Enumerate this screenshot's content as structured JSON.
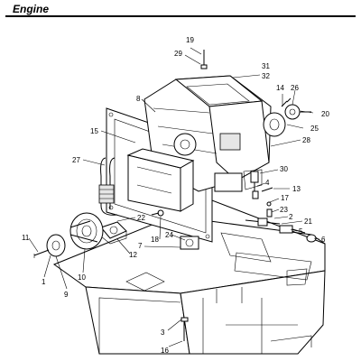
{
  "header": {
    "title": "Engine"
  },
  "callouts": [
    {
      "key": "19",
      "text": "19"
    },
    {
      "key": "29",
      "text": "29"
    },
    {
      "key": "31",
      "text": "31"
    },
    {
      "key": "32",
      "text": "32"
    },
    {
      "key": "14",
      "text": "14"
    },
    {
      "key": "26",
      "text": "26"
    },
    {
      "key": "20",
      "text": "20"
    },
    {
      "key": "25",
      "text": "25"
    },
    {
      "key": "8",
      "text": "8"
    },
    {
      "key": "15",
      "text": "15"
    },
    {
      "key": "28",
      "text": "28"
    },
    {
      "key": "27",
      "text": "27"
    },
    {
      "key": "30",
      "text": "30"
    },
    {
      "key": "4",
      "text": "4"
    },
    {
      "key": "13",
      "text": "13"
    },
    {
      "key": "17",
      "text": "17"
    },
    {
      "key": "23",
      "text": "23"
    },
    {
      "key": "2",
      "text": "2"
    },
    {
      "key": "21",
      "text": "21"
    },
    {
      "key": "5",
      "text": "5"
    },
    {
      "key": "6",
      "text": "6"
    },
    {
      "key": "22",
      "text": "22"
    },
    {
      "key": "24",
      "text": "24"
    },
    {
      "key": "18",
      "text": "18"
    },
    {
      "key": "7",
      "text": "7"
    },
    {
      "key": "12",
      "text": "12"
    },
    {
      "key": "11",
      "text": "11"
    },
    {
      "key": "10",
      "text": "10"
    },
    {
      "key": "1",
      "text": "1"
    },
    {
      "key": "9",
      "text": "9"
    },
    {
      "key": "3",
      "text": "3"
    },
    {
      "key": "16",
      "text": "16"
    }
  ]
}
